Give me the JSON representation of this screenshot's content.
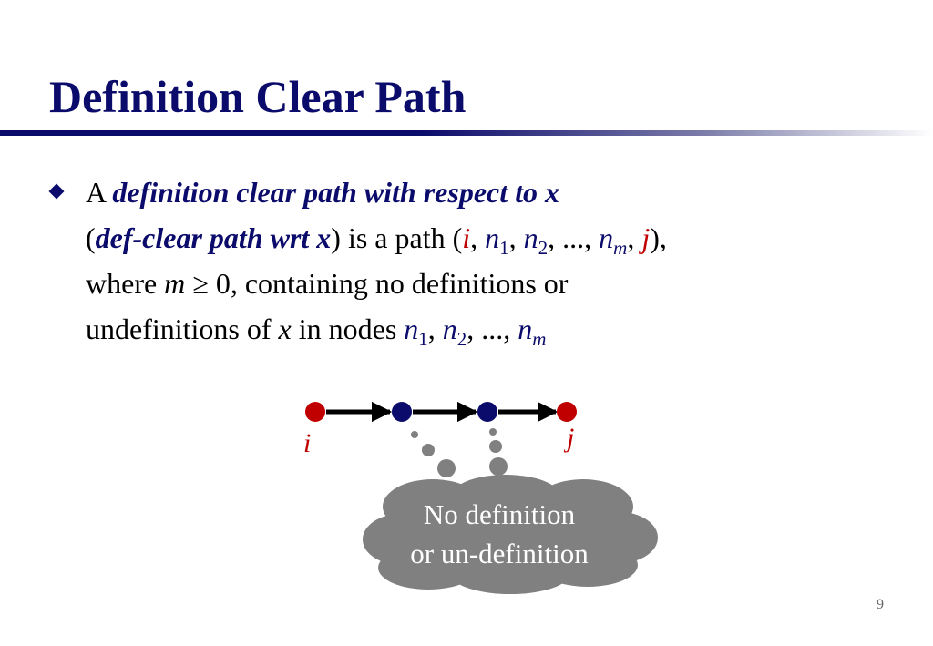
{
  "slide": {
    "title": "Definition Clear Path",
    "page_number": "9"
  },
  "bullet": {
    "t_a": "A ",
    "t_term": "definition clear path with respect to x",
    "t_paren_open": "(",
    "t_abbr": "def-clear path wrt x",
    "t_is_path": ") is a path (",
    "v_i": "i",
    "c1": ", ",
    "v_n": "n",
    "s1": "1",
    "c2": ", ",
    "s2": "2",
    "ellipsis": ", ..., ",
    "s_m": "m",
    "c3": ", ",
    "v_j": "j",
    "t_close": "),",
    "t_where": "where ",
    "v_m": "m",
    "t_cond": " ≥ 0, containing no definitions or",
    "t_undef": "undefinitions of ",
    "v_x": "x",
    "t_innodes": " in nodes ",
    "c4": ", ",
    "ellipsis2": ", ..., "
  },
  "diagram": {
    "label_i": "i",
    "label_j": "j",
    "cloud_line1": "No definition",
    "cloud_line2": "or un-definition",
    "colors": {
      "endpoint": "#c00000",
      "interior": "#0b0b6b",
      "cloud": "#808080"
    }
  }
}
